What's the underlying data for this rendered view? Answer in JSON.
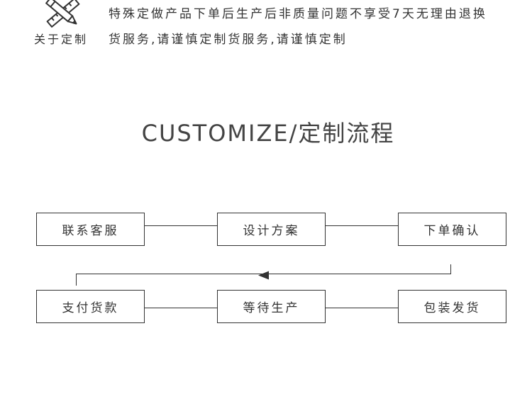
{
  "about": {
    "icon": "pencil-ruler-icon",
    "label": "关于定制",
    "notice_line1": "特殊定做产品下单后生产后非质量问题不享受7天无理由退换",
    "notice_line2": "货服务,请谨慎定制货服务,请谨慎定制"
  },
  "section_title": "CUSTOMIZE/定制流程",
  "flow": {
    "steps_row1": [
      "联系客服",
      "设计方案",
      "下单确认"
    ],
    "steps_row2": [
      "支付货款",
      "等待生产",
      "包装发货"
    ]
  },
  "colors": {
    "text": "#333333",
    "title": "#444444",
    "border": "#333333",
    "background": "#ffffff"
  }
}
